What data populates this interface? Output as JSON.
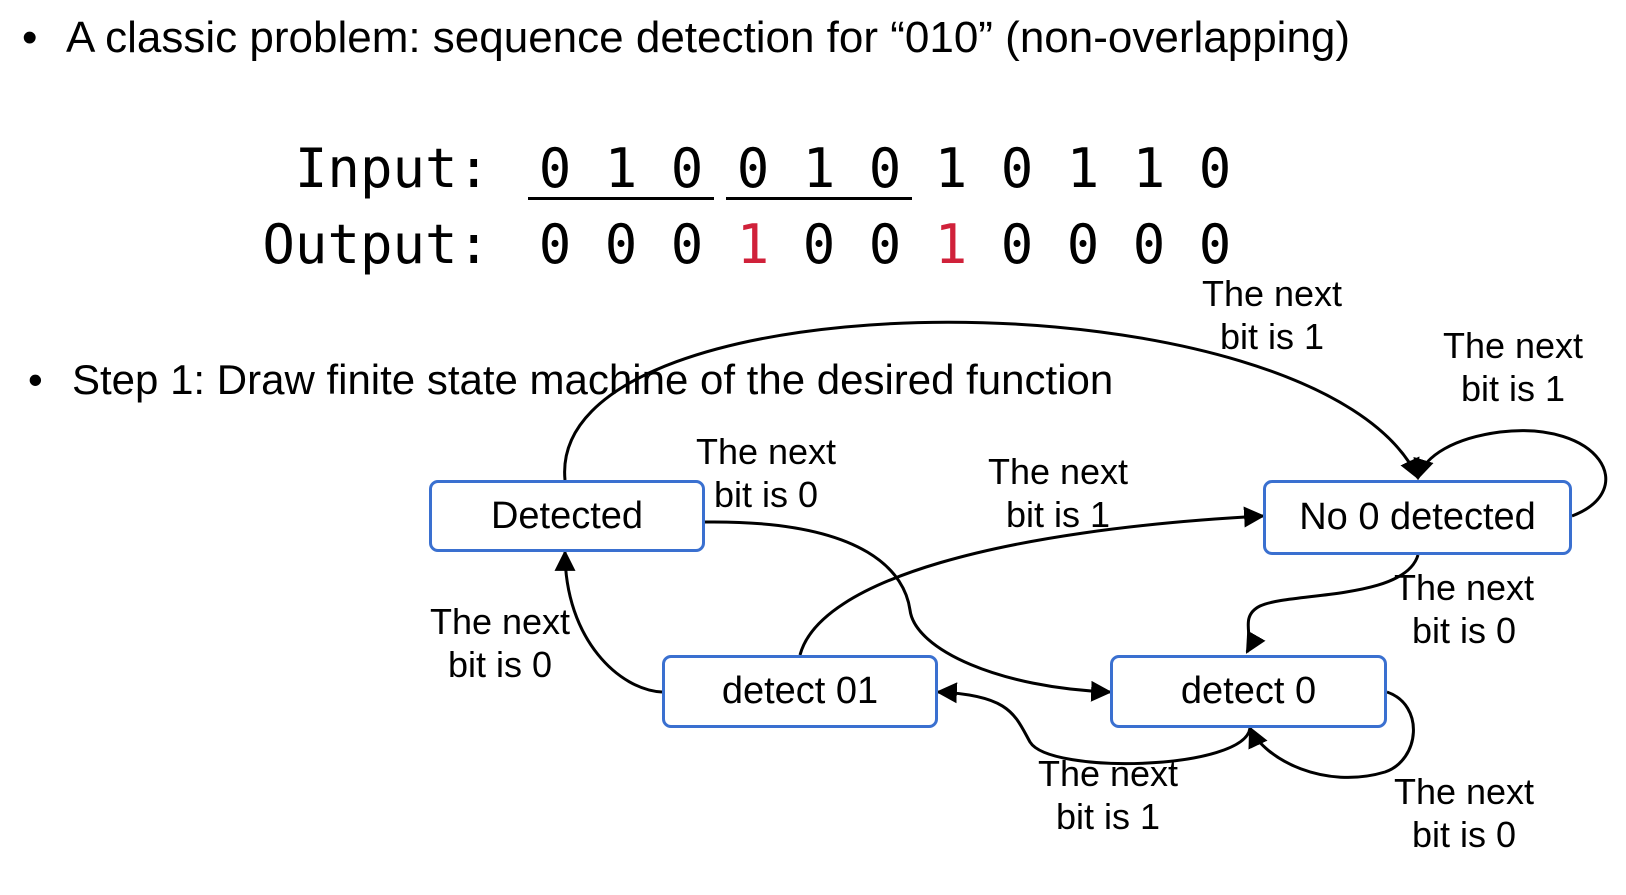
{
  "bullets": {
    "dot": "•",
    "line1": "A classic problem: sequence detection for “010” (non-overlapping)",
    "line2": "Step 1: Draw finite state machine of the desired function"
  },
  "sequence": {
    "input_label": "Input:",
    "output_label": "Output:",
    "input_bits": [
      "0",
      "1",
      "0",
      "0",
      "1",
      "0",
      "1",
      "0",
      "1",
      "1",
      "0"
    ],
    "output_bits": [
      "0",
      "0",
      "0",
      "1",
      "0",
      "0",
      "1",
      "0",
      "0",
      "0",
      "0"
    ],
    "underlined_groups": [
      [
        0,
        2
      ],
      [
        3,
        5
      ]
    ],
    "highlight_color": "#d0213a"
  },
  "fsm": {
    "states": {
      "detected": "Detected",
      "no_zero": "No 0 detected",
      "detect_01": "detect 01",
      "detect_0": "detect 0"
    },
    "transitions": {
      "detected_to_no_zero": {
        "line1": "The next",
        "line2": "bit is 1"
      },
      "no_zero_self": {
        "line1": "The next",
        "line2": "bit is 1"
      },
      "detected_to_detect_0": {
        "line1": "The next",
        "line2": "bit is 0"
      },
      "detect_01_to_no_zero": {
        "line1": "The next",
        "line2": "bit is 1"
      },
      "no_zero_to_detect_0": {
        "line1": "The next",
        "line2": "bit is 0"
      },
      "detect_01_to_detected": {
        "line1": "The next",
        "line2": "bit is 0"
      },
      "detect_0_to_detect_01": {
        "line1": "The next",
        "line2": "bit is 1"
      },
      "detect_0_self": {
        "line1": "The next",
        "line2": "bit is 0"
      }
    },
    "state_border_color": "#3a70d0",
    "edge_color": "#000000"
  }
}
